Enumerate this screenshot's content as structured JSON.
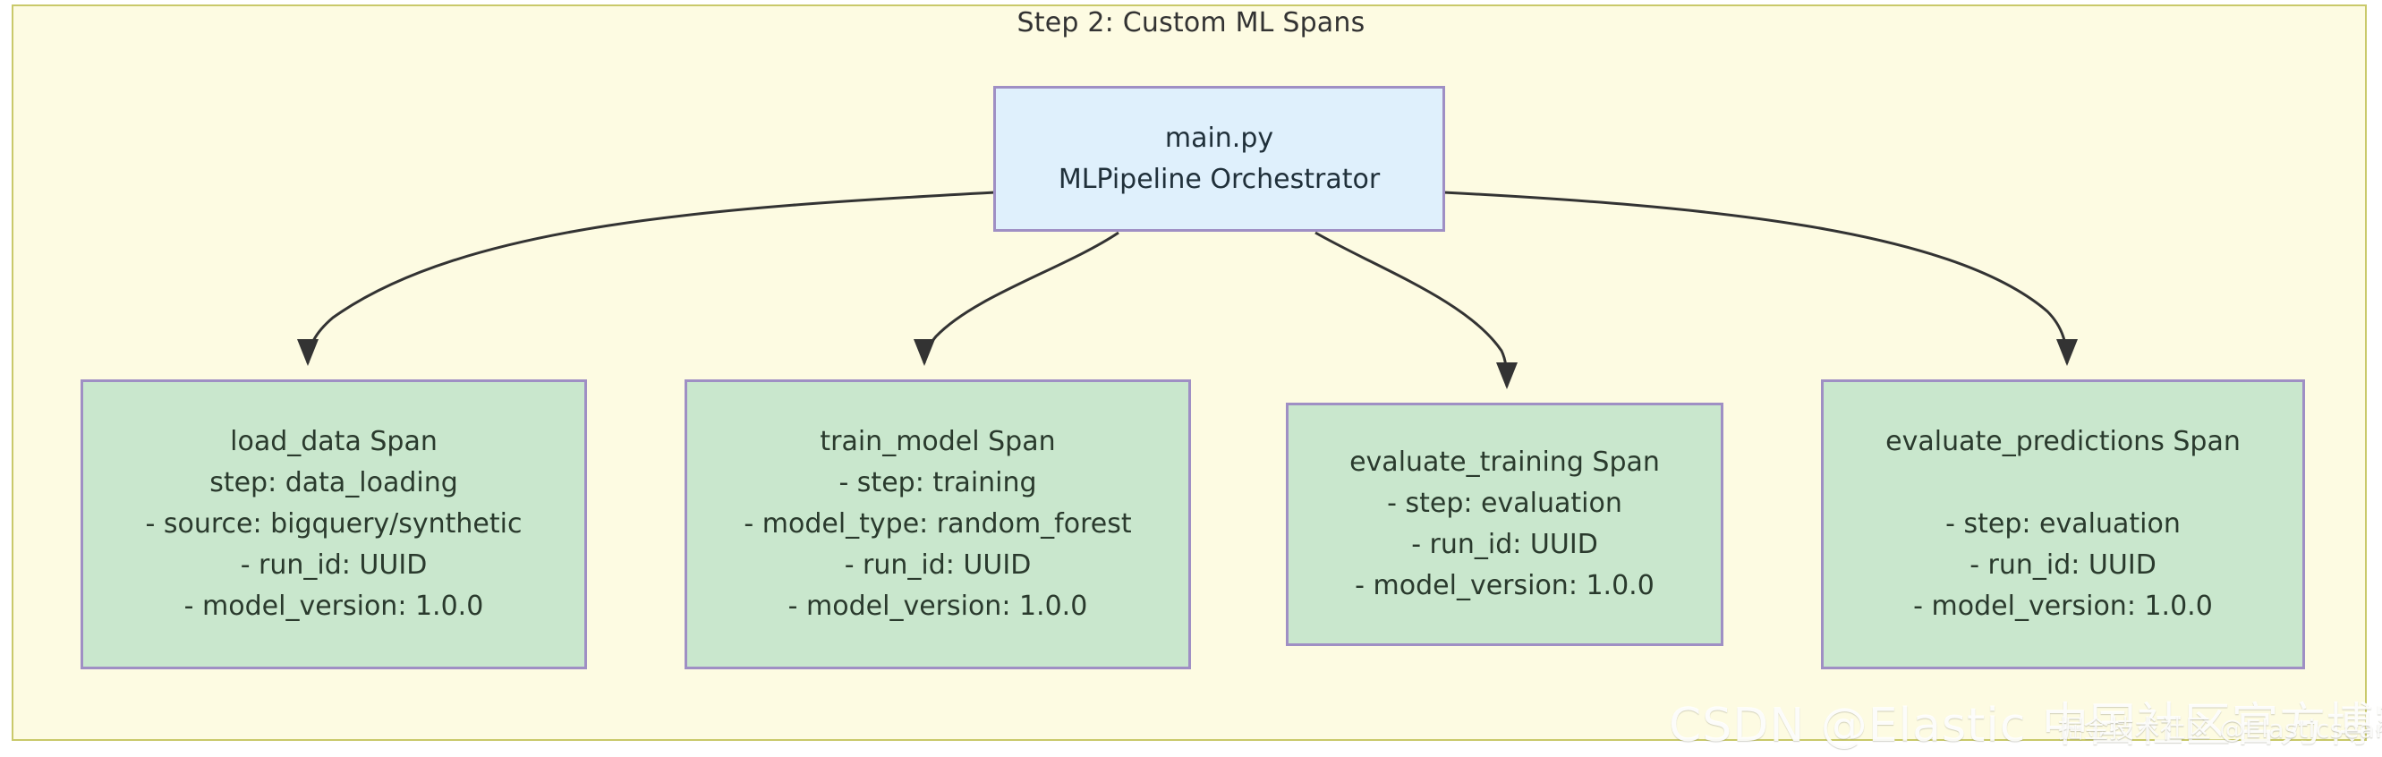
{
  "diagram": {
    "title": "Step 2: Custom ML Spans",
    "background_color": "#fdfbe2",
    "frame_border_color": "#c9c96a",
    "root_node_fill": "#dff0fc",
    "span_node_fill": "#c9e7cd",
    "node_border_color": "#9f8fc4",
    "edge_color": "#333333"
  },
  "root": {
    "lines": [
      "main.py",
      "MLPipeline Orchestrator"
    ]
  },
  "spans": [
    {
      "id": "load-data-span",
      "lines": [
        "load_data Span",
        "step: data_loading",
        "- source: bigquery/synthetic",
        "- run_id: UUID",
        "- model_version: 1.0.0"
      ]
    },
    {
      "id": "train-model-span",
      "lines": [
        "train_model Span",
        "- step: training",
        "- model_type: random_forest",
        "- run_id: UUID",
        "- model_version: 1.0.0"
      ]
    },
    {
      "id": "evaluate-training-span",
      "lines": [
        "evaluate_training Span",
        "- step: evaluation",
        "- run_id: UUID",
        "- model_version: 1.0.0"
      ]
    },
    {
      "id": "evaluate-predictions-span",
      "lines": [
        "evaluate_predictions Span",
        "",
        "- step: evaluation",
        "- run_id: UUID",
        "- model_version: 1.0.0"
      ]
    }
  ],
  "watermarks": {
    "csdn": "CSDN @Elastic 中国社区官方博客",
    "juejin": "掘金技术社区 @Elasticsearch"
  }
}
